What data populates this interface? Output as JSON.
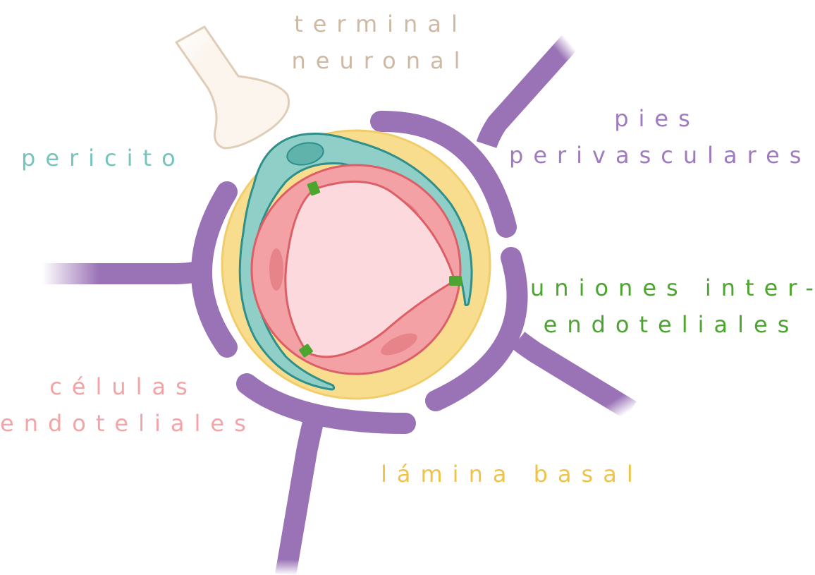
{
  "labels": {
    "terminal": {
      "line1": "terminal",
      "line2": "neuronal"
    },
    "pies": {
      "line1": "pies",
      "line2": "perivasculares"
    },
    "pericito": {
      "line1": "pericito"
    },
    "uniones": {
      "line1": "uniones inter-",
      "line2": "endoteliales"
    },
    "celulas": {
      "line1": "células",
      "line2": "endoteliales"
    },
    "lamina": {
      "line1": "lámina basal"
    }
  },
  "colors": {
    "astrocyte_feet": "#9a72b6",
    "neuron_terminal": "#fbf5ee",
    "pericyte": "#8fcfc8",
    "basal_lamina": "#f8dd8e",
    "endothelial": "#f3a1a4",
    "lumen": "#fcd9dc",
    "junction": "#4ba52e"
  }
}
